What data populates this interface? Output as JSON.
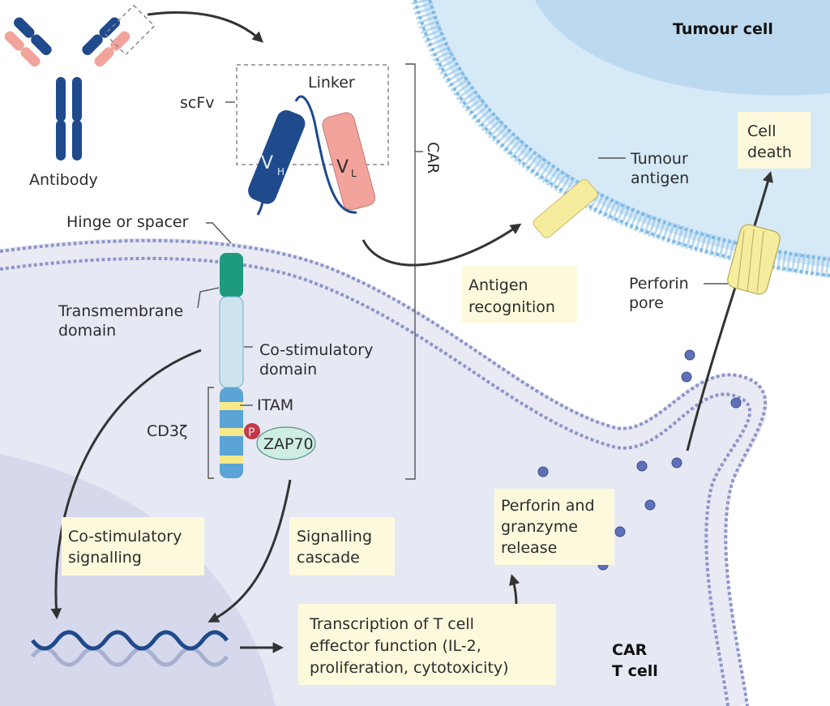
{
  "title": "CAR T cell mechanism",
  "colors": {
    "heavy_chain": "#1f4a8c",
    "light_chain": "#f2a49c",
    "hinge_transmembrane": "#1e9a7e",
    "costim_domain": "#cde4ef",
    "cd3z_domain": "#5aa4d6",
    "itam": "#f7e98a",
    "phospho": "#c23a4a",
    "zap70": "#cfeee3",
    "antigen": "#f6ec9e",
    "tcell_cytoplasm": "#e6e8f4",
    "tumour_cytoplasm": "#d4e8f6",
    "label_box": "#fdf9dc"
  },
  "labels": {
    "antibody": "Antibody",
    "scfv": "scFv",
    "linker": "Linker",
    "vh": "V",
    "vh_sub": "H",
    "vl": "V",
    "vl_sub": "L",
    "car": "CAR",
    "hinge": "Hinge or spacer",
    "transmembrane_line1": "Transmembrane",
    "transmembrane_line2": "domain",
    "costim_line1": "Co-stimulatory",
    "costim_line2": "domain",
    "itam": "ITAM",
    "cd3z": "CD3ζ",
    "phospho": "P",
    "zap70": "ZAP70",
    "tumour_cell": "Tumour cell",
    "tumour_antigen_line1": "Tumour",
    "tumour_antigen_line2": "antigen",
    "cell_death_line1": "Cell",
    "cell_death_line2": "death",
    "antigen_recognition_line1": "Antigen",
    "antigen_recognition_line2": "recognition",
    "perforin_pore_line1": "Perforin",
    "perforin_pore_line2": "pore",
    "costim_signalling_line1": "Co-stimulatory",
    "costim_signalling_line2": "signalling",
    "signalling_cascade_line1": "Signalling",
    "signalling_cascade_line2": "cascade",
    "perforin_release_line1": "Perforin and",
    "perforin_release_line2": "granzyme",
    "perforin_release_line3": "release",
    "transcription_line1": "Transcription of T cell",
    "transcription_line2": "effector function (IL-2,",
    "transcription_line3": "proliferation, cytotoxicity)",
    "car_t_line1": "CAR",
    "car_t_line2": "T cell"
  }
}
